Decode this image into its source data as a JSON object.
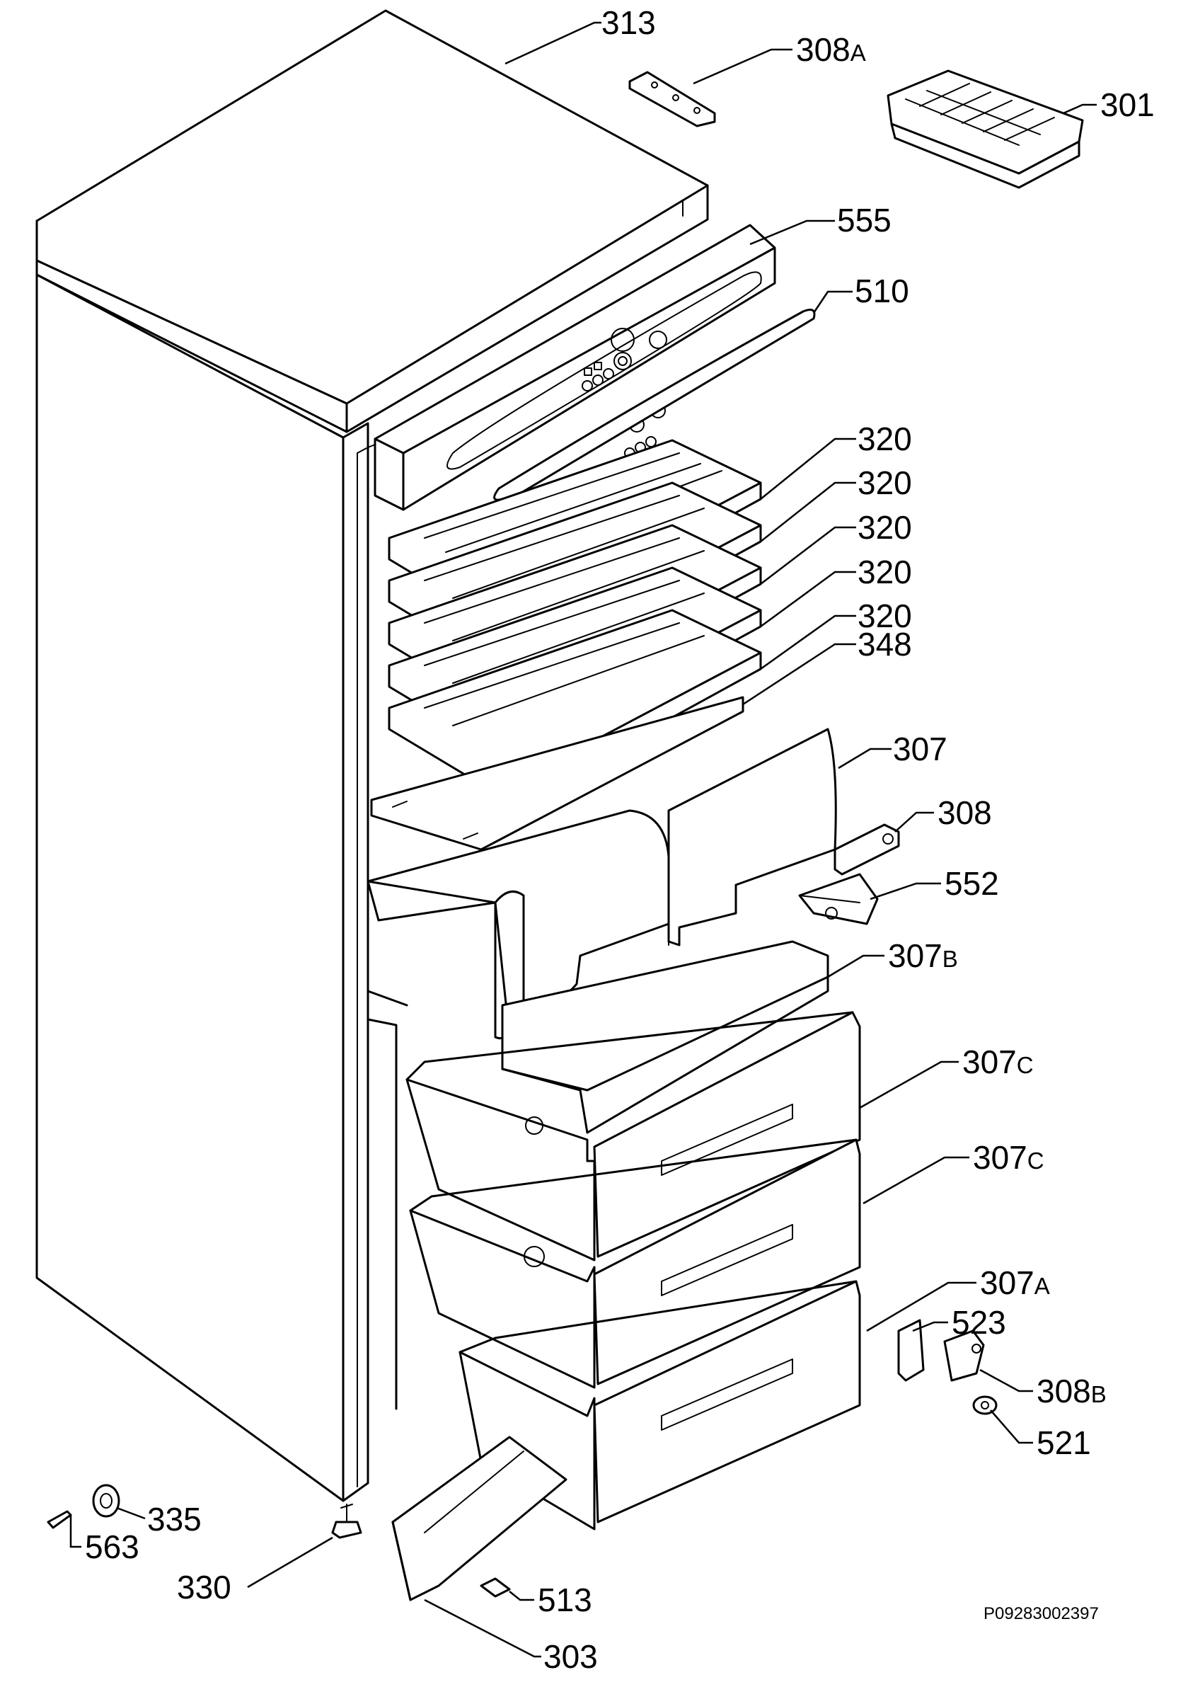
{
  "document_id": "P09283002397",
  "callouts": [
    {
      "id": "c313",
      "num": "313",
      "suffix": ""
    },
    {
      "id": "c308a",
      "num": "308",
      "suffix": "A"
    },
    {
      "id": "c301",
      "num": "301",
      "suffix": ""
    },
    {
      "id": "c555",
      "num": "555",
      "suffix": ""
    },
    {
      "id": "c510",
      "num": "510",
      "suffix": ""
    },
    {
      "id": "c320a",
      "num": "320",
      "suffix": ""
    },
    {
      "id": "c320b",
      "num": "320",
      "suffix": ""
    },
    {
      "id": "c320c",
      "num": "320",
      "suffix": ""
    },
    {
      "id": "c320d",
      "num": "320",
      "suffix": ""
    },
    {
      "id": "c320e",
      "num": "320",
      "suffix": ""
    },
    {
      "id": "c348",
      "num": "348",
      "suffix": ""
    },
    {
      "id": "c307",
      "num": "307",
      "suffix": ""
    },
    {
      "id": "c308",
      "num": "308",
      "suffix": ""
    },
    {
      "id": "c552",
      "num": "552",
      "suffix": ""
    },
    {
      "id": "c307b",
      "num": "307",
      "suffix": "B"
    },
    {
      "id": "c307c1",
      "num": "307",
      "suffix": "C"
    },
    {
      "id": "c307c2",
      "num": "307",
      "suffix": "C"
    },
    {
      "id": "c307a",
      "num": "307",
      "suffix": "A"
    },
    {
      "id": "c523",
      "num": "523",
      "suffix": ""
    },
    {
      "id": "c308b",
      "num": "308",
      "suffix": "B"
    },
    {
      "id": "c521",
      "num": "521",
      "suffix": ""
    },
    {
      "id": "c335",
      "num": "335",
      "suffix": ""
    },
    {
      "id": "c563",
      "num": "563",
      "suffix": ""
    },
    {
      "id": "c330",
      "num": "330",
      "suffix": ""
    },
    {
      "id": "c513",
      "num": "513",
      "suffix": ""
    },
    {
      "id": "c303",
      "num": "303",
      "suffix": ""
    }
  ]
}
